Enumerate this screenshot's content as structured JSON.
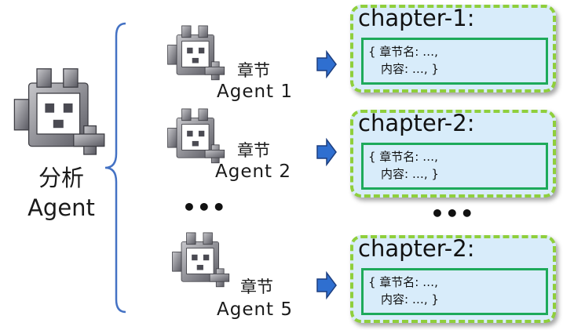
{
  "main_agent": {
    "label_line1": "分析",
    "label_line2": "Agent"
  },
  "sub_agents": [
    {
      "name": "章节",
      "label": "Agent 1"
    },
    {
      "name": "章节",
      "label": "Agent 2"
    },
    {
      "name": "章节",
      "label": "Agent 5"
    }
  ],
  "agents_ellipsis": "•••",
  "cards": [
    {
      "title": "chapter-1:",
      "line1": "{ 章节名: …,",
      "line2": "内容: …, }"
    },
    {
      "title": "chapter-2:",
      "line1": "{ 章节名: …,",
      "line2": "内容: …, }"
    },
    {
      "title": "chapter-2:",
      "line1": "{ 章节名: …,",
      "line2": "内容: …, }"
    }
  ],
  "cards_ellipsis": "•••",
  "icons": {
    "robot": "robot-icon",
    "arrow": "arrow-right-icon",
    "brace": "left-brace"
  },
  "colors": {
    "brace": "#4472c4",
    "arrow": "#2f6fd0",
    "card_fill": "#d8ecfa",
    "card_border": "#8fcf3c",
    "inner_border": "#1eaa5a"
  }
}
